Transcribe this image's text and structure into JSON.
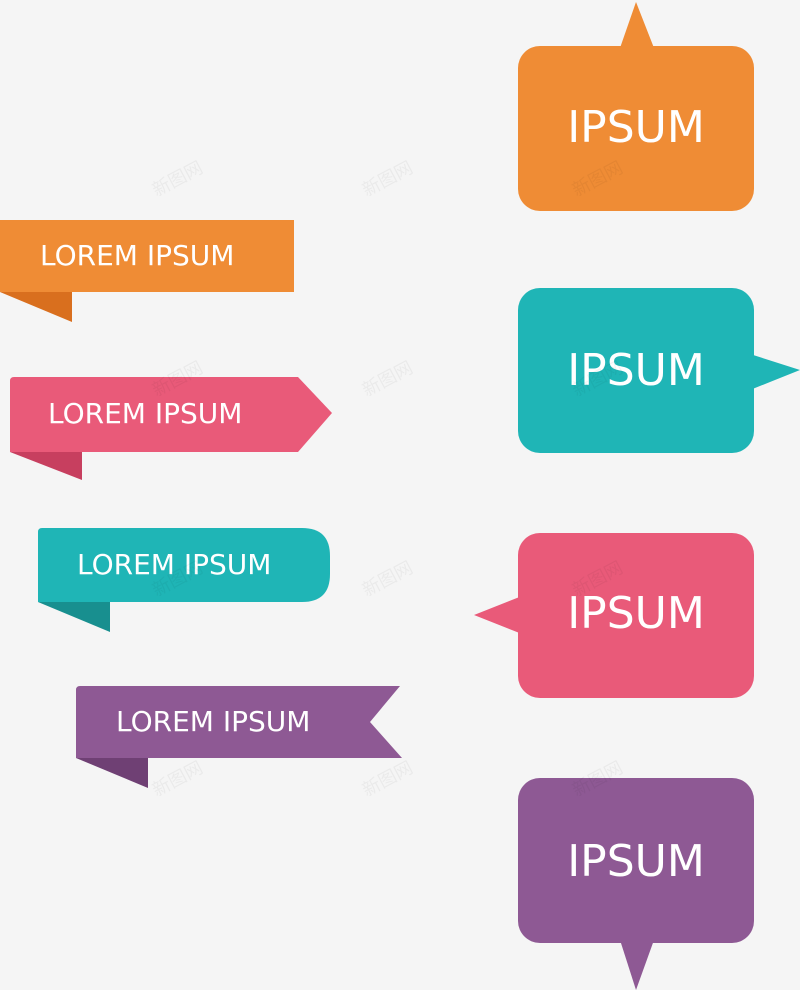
{
  "ribbons": [
    {
      "label": "LOREM IPSUM",
      "color": "#ef8c35",
      "shadow_color": "#d96f1e"
    },
    {
      "label": "LOREM IPSUM",
      "color": "#e95a79",
      "shadow_color": "#c73f5f"
    },
    {
      "label": "LOREM IPSUM",
      "color": "#1fb5b6",
      "shadow_color": "#188f8f"
    },
    {
      "label": "LOREM IPSUM",
      "color": "#8e5994",
      "shadow_color": "#6f4074"
    }
  ],
  "bubbles": [
    {
      "label": "IPSUM",
      "color": "#ef8c35",
      "tail": "top"
    },
    {
      "label": "IPSUM",
      "color": "#1fb5b6",
      "tail": "right"
    },
    {
      "label": "IPSUM",
      "color": "#e95a79",
      "tail": "left"
    },
    {
      "label": "IPSUM",
      "color": "#8e5994",
      "tail": "bottom"
    }
  ],
  "background_color": "#f5f5f5",
  "watermark_text": "新图网"
}
